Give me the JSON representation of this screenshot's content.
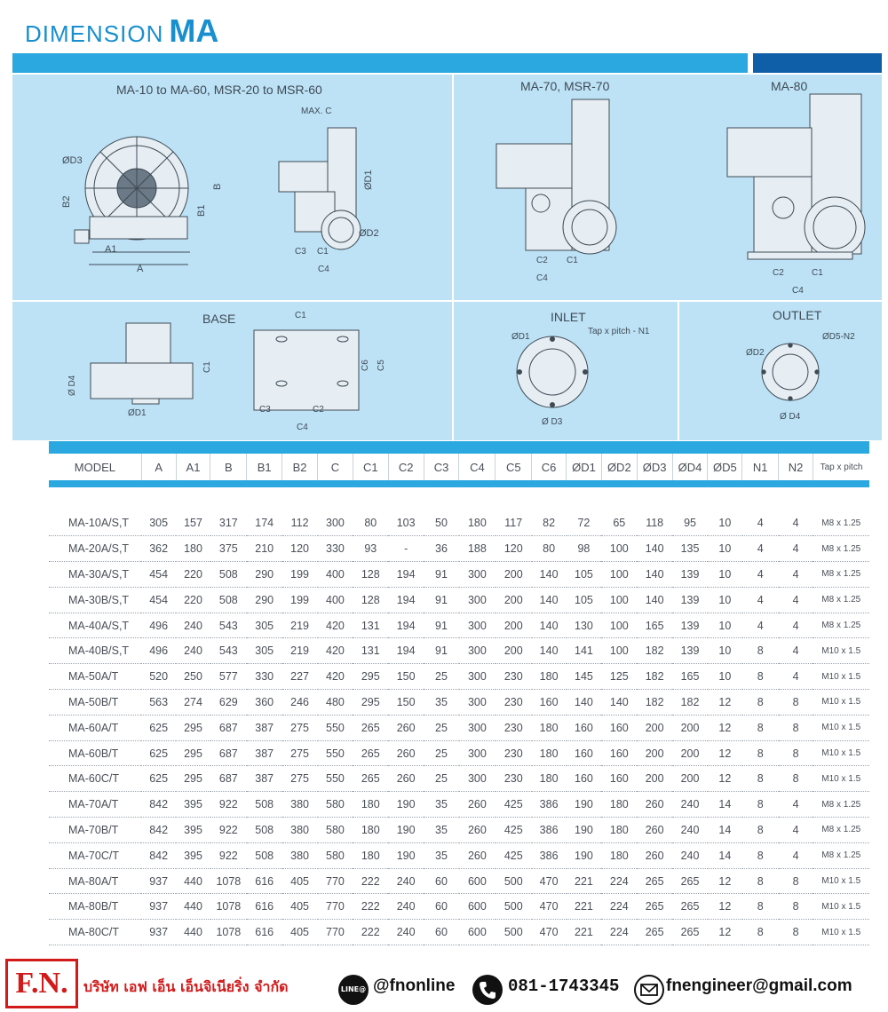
{
  "header": {
    "title_small": "DIMENSION",
    "title_big": "MA"
  },
  "diagrams": {
    "panel1_title": "MA-10  to MA-60,  MSR-20 to MSR-60",
    "panel2_title": "MA-70,  MSR-70",
    "panel3_title": "MA-80",
    "base_title": "BASE",
    "inlet_title": "INLET",
    "outlet_title": "OUTLET",
    "labels": {
      "d3": "ØD3",
      "b2": "B2",
      "b1": "B1",
      "b": "B",
      "a1": "A1",
      "a": "A",
      "max_c": "MAX. C",
      "d1": "ØD1",
      "d2": "ØD2",
      "c3": "C3",
      "c1": "C1",
      "c4": "C4",
      "c2": "C2",
      "d4": "Ø D4",
      "base_d1": "ØD1",
      "base_c1": "C1",
      "base_c1_side": "C1",
      "c6": "C6",
      "c5": "C5",
      "base_c3": "C3",
      "base_c2": "C2",
      "base_c4": "C4",
      "inlet_d1": "ØD1",
      "tap": "Tap x pitch - N1",
      "inlet_d3": "Ø D3",
      "outlet_d2": "ØD2",
      "outlet_d5": "ØD5-N2",
      "outlet_d4": "Ø D4",
      "p2_c2": "C2",
      "p2_c1": "C1",
      "p2_c4": "C4",
      "p3_c2": "C2",
      "p3_c1": "C1",
      "p3_c4": "C4"
    }
  },
  "table": {
    "headers": [
      "MODEL",
      "A",
      "A1",
      "B",
      "B1",
      "B2",
      "C",
      "C1",
      "C2",
      "C3",
      "C4",
      "C5",
      "C6",
      "ØD1",
      "ØD2",
      "ØD3",
      "ØD4",
      "ØD5",
      "N1",
      "N2",
      "Tap x pitch"
    ],
    "rows": [
      [
        "MA-10A/S,T",
        "305",
        "157",
        "317",
        "174",
        "112",
        "300",
        "80",
        "103",
        "50",
        "180",
        "117",
        "82",
        "72",
        "65",
        "118",
        "95",
        "10",
        "4",
        "4",
        "M8 x 1.25"
      ],
      [
        "MA-20A/S,T",
        "362",
        "180",
        "375",
        "210",
        "120",
        "330",
        "93",
        "-",
        "36",
        "188",
        "120",
        "80",
        "98",
        "100",
        "140",
        "135",
        "10",
        "4",
        "4",
        "M8 x 1.25"
      ],
      [
        "MA-30A/S,T",
        "454",
        "220",
        "508",
        "290",
        "199",
        "400",
        "128",
        "194",
        "91",
        "300",
        "200",
        "140",
        "105",
        "100",
        "140",
        "139",
        "10",
        "4",
        "4",
        "M8 x 1.25"
      ],
      [
        "MA-30B/S,T",
        "454",
        "220",
        "508",
        "290",
        "199",
        "400",
        "128",
        "194",
        "91",
        "300",
        "200",
        "140",
        "105",
        "100",
        "140",
        "139",
        "10",
        "4",
        "4",
        "M8 x 1.25"
      ],
      [
        "MA-40A/S,T",
        "496",
        "240",
        "543",
        "305",
        "219",
        "420",
        "131",
        "194",
        "91",
        "300",
        "200",
        "140",
        "130",
        "100",
        "165",
        "139",
        "10",
        "4",
        "4",
        "M8 x 1.25"
      ],
      [
        "MA-40B/S,T",
        "496",
        "240",
        "543",
        "305",
        "219",
        "420",
        "131",
        "194",
        "91",
        "300",
        "200",
        "140",
        "141",
        "100",
        "182",
        "139",
        "10",
        "8",
        "4",
        "M10 x 1.5"
      ],
      [
        "MA-50A/T",
        "520",
        "250",
        "577",
        "330",
        "227",
        "420",
        "295",
        "150",
        "25",
        "300",
        "230",
        "180",
        "145",
        "125",
        "182",
        "165",
        "10",
        "8",
        "4",
        "M10 x 1.5"
      ],
      [
        "MA-50B/T",
        "563",
        "274",
        "629",
        "360",
        "246",
        "480",
        "295",
        "150",
        "35",
        "300",
        "230",
        "160",
        "140",
        "140",
        "182",
        "182",
        "12",
        "8",
        "8",
        "M10 x 1.5"
      ],
      [
        "MA-60A/T",
        "625",
        "295",
        "687",
        "387",
        "275",
        "550",
        "265",
        "260",
        "25",
        "300",
        "230",
        "180",
        "160",
        "160",
        "200",
        "200",
        "12",
        "8",
        "8",
        "M10 x 1.5"
      ],
      [
        "MA-60B/T",
        "625",
        "295",
        "687",
        "387",
        "275",
        "550",
        "265",
        "260",
        "25",
        "300",
        "230",
        "180",
        "160",
        "160",
        "200",
        "200",
        "12",
        "8",
        "8",
        "M10 x 1.5"
      ],
      [
        "MA-60C/T",
        "625",
        "295",
        "687",
        "387",
        "275",
        "550",
        "265",
        "260",
        "25",
        "300",
        "230",
        "180",
        "160",
        "160",
        "200",
        "200",
        "12",
        "8",
        "8",
        "M10 x 1.5"
      ],
      [
        "MA-70A/T",
        "842",
        "395",
        "922",
        "508",
        "380",
        "580",
        "180",
        "190",
        "35",
        "260",
        "425",
        "386",
        "190",
        "180",
        "260",
        "240",
        "14",
        "8",
        "4",
        "M8 x 1.25"
      ],
      [
        "MA-70B/T",
        "842",
        "395",
        "922",
        "508",
        "380",
        "580",
        "180",
        "190",
        "35",
        "260",
        "425",
        "386",
        "190",
        "180",
        "260",
        "240",
        "14",
        "8",
        "4",
        "M8 x 1.25"
      ],
      [
        "MA-70C/T",
        "842",
        "395",
        "922",
        "508",
        "380",
        "580",
        "180",
        "190",
        "35",
        "260",
        "425",
        "386",
        "190",
        "180",
        "260",
        "240",
        "14",
        "8",
        "4",
        "M8 x 1.25"
      ],
      [
        "MA-80A/T",
        "937",
        "440",
        "1078",
        "616",
        "405",
        "770",
        "222",
        "240",
        "60",
        "600",
        "500",
        "470",
        "221",
        "224",
        "265",
        "265",
        "12",
        "8",
        "8",
        "M10 x 1.5"
      ],
      [
        "MA-80B/T",
        "937",
        "440",
        "1078",
        "616",
        "405",
        "770",
        "222",
        "240",
        "60",
        "600",
        "500",
        "470",
        "221",
        "224",
        "265",
        "265",
        "12",
        "8",
        "8",
        "M10 x 1.5"
      ],
      [
        "MA-80C/T",
        "937",
        "440",
        "1078",
        "616",
        "405",
        "770",
        "222",
        "240",
        "60",
        "600",
        "500",
        "470",
        "221",
        "224",
        "265",
        "265",
        "12",
        "8",
        "8",
        "M10 x 1.5"
      ]
    ]
  },
  "footer": {
    "logo": "F.N.",
    "company": "บริษัท เอฟ เอ็น เอ็นจิเนียริ่ง จำกัด",
    "line_icon_label": "LINE@",
    "line_id": "@fnonline",
    "phone": "081-1743345",
    "email": "fnengineer@gmail.com"
  },
  "colors": {
    "accent": "#2ba8df",
    "accent_dark": "#0f5ea8",
    "panel": "#bde2f5",
    "brand_red": "#d21a1a"
  }
}
